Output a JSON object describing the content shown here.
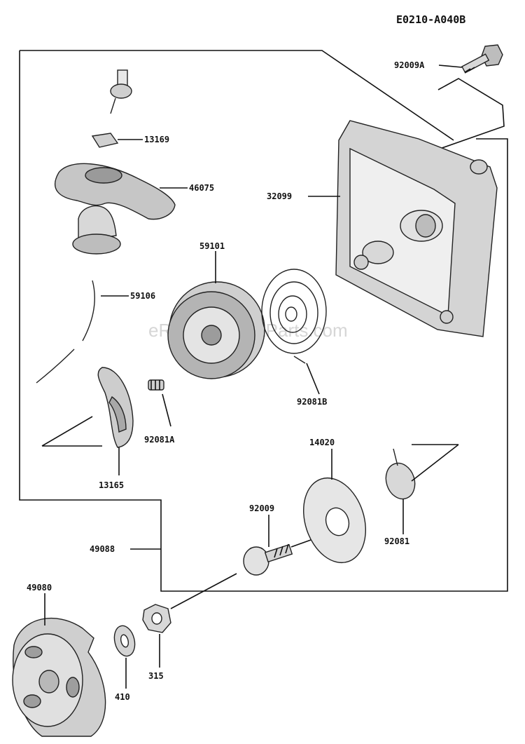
{
  "diagram_code": "E0210-A040B",
  "watermark": "eReplacementParts.com",
  "parts": [
    {
      "id": "92009A",
      "label": "92009A"
    },
    {
      "id": "13169",
      "label": "13169"
    },
    {
      "id": "46075",
      "label": "46075"
    },
    {
      "id": "32099",
      "label": "32099"
    },
    {
      "id": "59101",
      "label": "59101"
    },
    {
      "id": "59106",
      "label": "59106"
    },
    {
      "id": "92081B",
      "label": "92081B"
    },
    {
      "id": "92081A",
      "label": "92081A"
    },
    {
      "id": "13165",
      "label": "13165"
    },
    {
      "id": "14020",
      "label": "14020"
    },
    {
      "id": "92009",
      "label": "92009"
    },
    {
      "id": "92081",
      "label": "92081"
    },
    {
      "id": "49088",
      "label": "49088"
    },
    {
      "id": "49080",
      "label": "49080"
    },
    {
      "id": "315",
      "label": "315"
    },
    {
      "id": "410",
      "label": "410"
    }
  ]
}
